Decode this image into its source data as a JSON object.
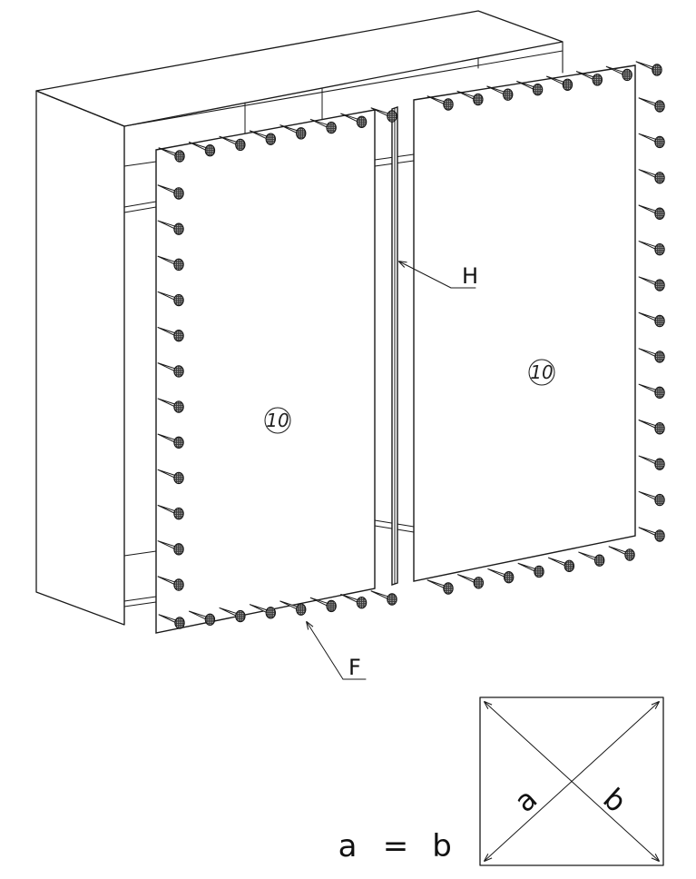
{
  "figure": {
    "panel_number": "10",
    "labels": {
      "hinge_strip": "H",
      "fastener": "F"
    },
    "square_check": {
      "diagonal_a": "a",
      "diagonal_b": "b",
      "equation": {
        "left": "a",
        "operator": "=",
        "right": "b"
      }
    }
  }
}
